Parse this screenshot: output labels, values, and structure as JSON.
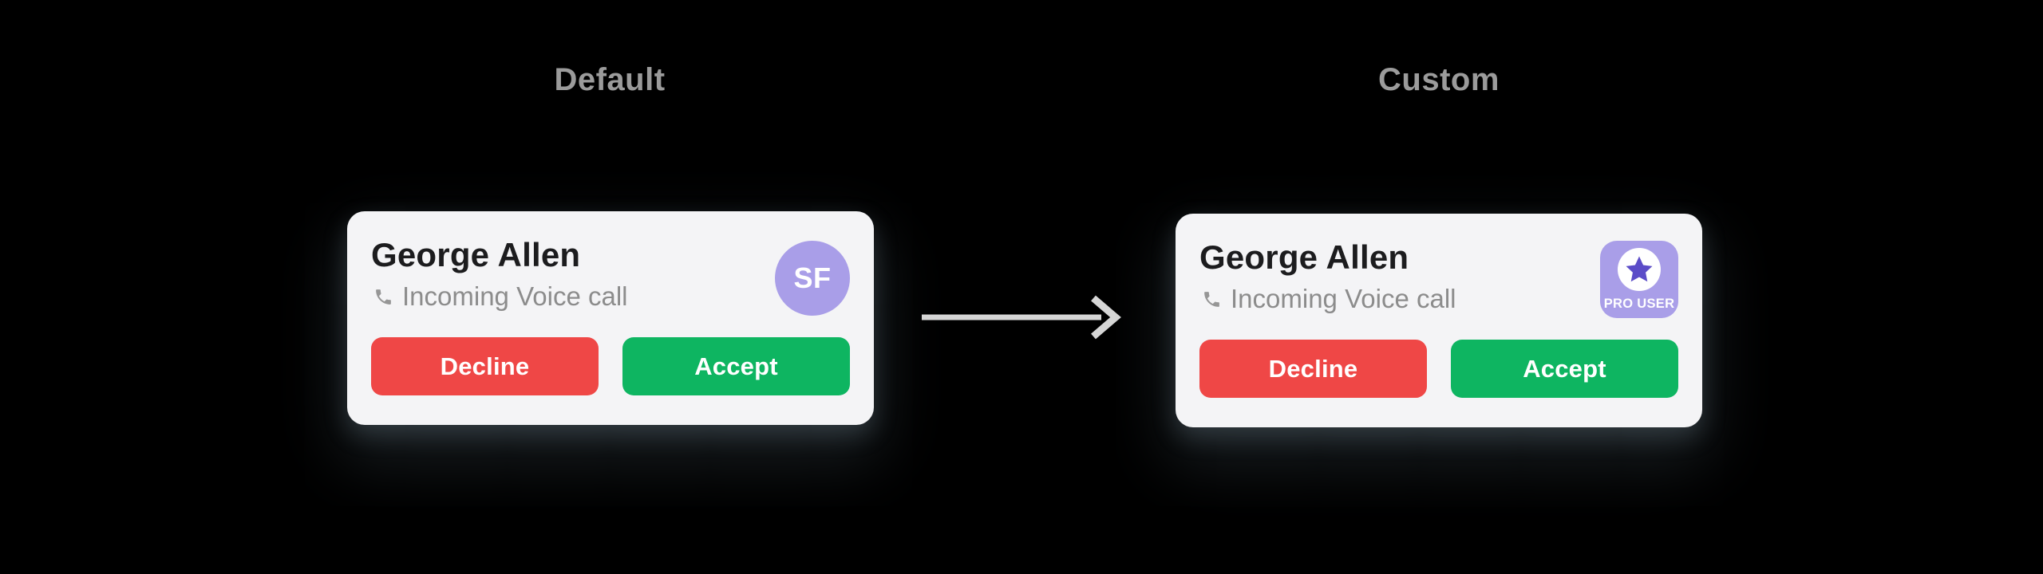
{
  "labels": {
    "default_section": "Default",
    "custom_section": "Custom"
  },
  "cards": {
    "default": {
      "name": "George Allen",
      "subtitle": "Incoming Voice call",
      "avatar_initials": "SF",
      "decline_label": "Decline",
      "accept_label": "Accept"
    },
    "custom": {
      "name": "George Allen",
      "subtitle": "Incoming Voice call",
      "badge_label": "PRO USER",
      "decline_label": "Decline",
      "accept_label": "Accept"
    }
  },
  "icons": {
    "phone": "phone-icon",
    "star": "star-icon",
    "arrow": "arrow-right-icon"
  },
  "colors": {
    "background": "#000000",
    "card_bg": "#f4f4f6",
    "title_text": "#1c1c1e",
    "subtitle_text": "#8c8c8c",
    "section_label": "#9b9b9b",
    "decline_red": "#ef4746",
    "accept_green": "#0eb561",
    "avatar_purple": "#a99ee8",
    "star_purple": "#5b4cc8",
    "arrow_gray": "#d6d6d6",
    "icon_gray": "#969696"
  }
}
